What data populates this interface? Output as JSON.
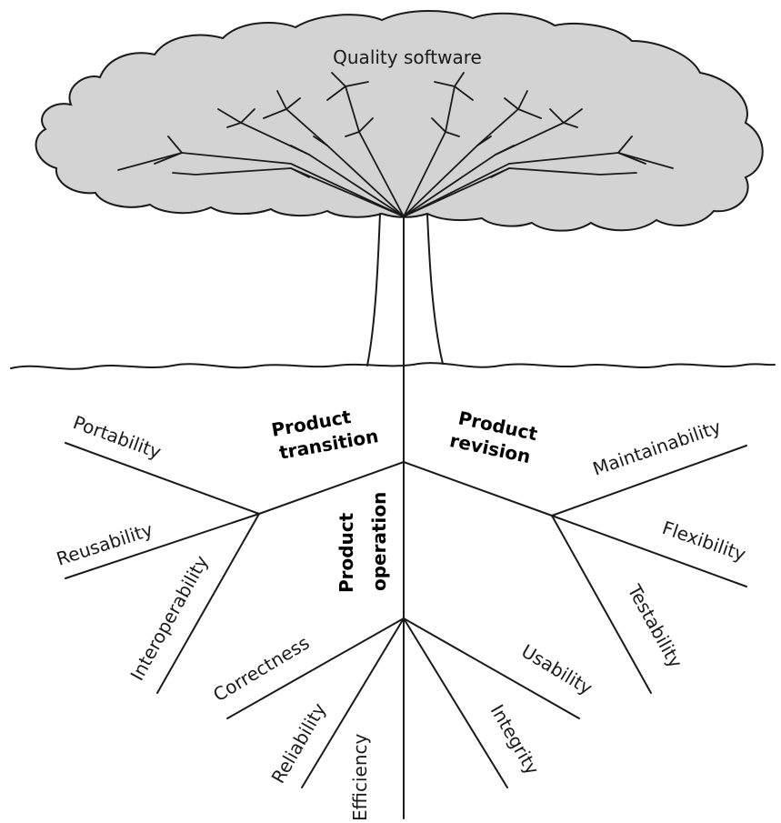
{
  "canopy_label": "Quality software",
  "categories": {
    "transition": {
      "line1": "Product",
      "line2": "transition"
    },
    "revision": {
      "line1": "Product",
      "line2": "revision"
    },
    "operation": {
      "line1": "Product",
      "line2": "operation"
    }
  },
  "factors": {
    "transition": [
      "Portability",
      "Reusability",
      "Interoperability"
    ],
    "revision": [
      "Maintainability",
      "Flexibility",
      "Testability"
    ],
    "operation": [
      "Correctness",
      "Reliability",
      "Efficiency",
      "Integrity",
      "Usability"
    ]
  },
  "colors": {
    "canopy_fill": "#d3d3d3",
    "ink": "#1a1a1a"
  }
}
